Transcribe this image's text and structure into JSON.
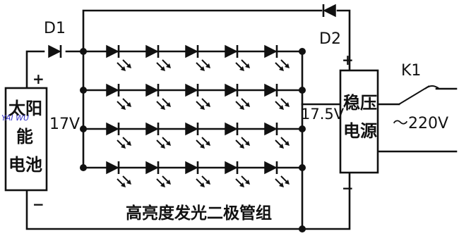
{
  "labels": {
    "d1": "D1",
    "d2": "D2",
    "k1": "K1",
    "v_left": "17V",
    "v_right": "17.5V",
    "mains": "～220V",
    "led_group": "高亮度发光二极管组",
    "solar_line1": "太阳",
    "solar_line2": "能",
    "solar_line3": "电池",
    "reg_line1": "稳压",
    "reg_line2": "电源",
    "solar_plus": "+",
    "solar_minus": "−",
    "reg_plus": "+",
    "reg_minus": "−"
  },
  "led_array": {
    "rows": 4,
    "columns": 5
  },
  "watermark": "YAI WU"
}
